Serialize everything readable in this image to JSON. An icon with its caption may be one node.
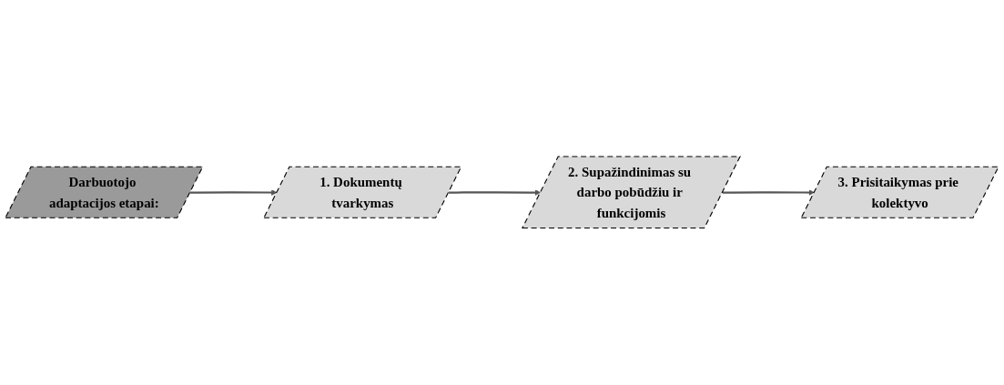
{
  "diagram": {
    "nodes": [
      {
        "text": [
          "Darbuotojo adaptacijos etapai:"
        ]
      },
      {
        "text": [
          "1. Dokumentų tvarkymas"
        ]
      },
      {
        "text": [
          "2. Supažindinimas su darbo pobūdžiu ir funkcijomis"
        ]
      },
      {
        "text": [
          "3. Prisitaikymas prie kolektyvo"
        ]
      }
    ],
    "edges": [
      {
        "from": 0,
        "to": 1,
        "arrow": "to"
      },
      {
        "from": 1,
        "to": 2,
        "arrow": "to"
      },
      {
        "from": 2,
        "to": 3,
        "arrow": "to"
      }
    ]
  }
}
